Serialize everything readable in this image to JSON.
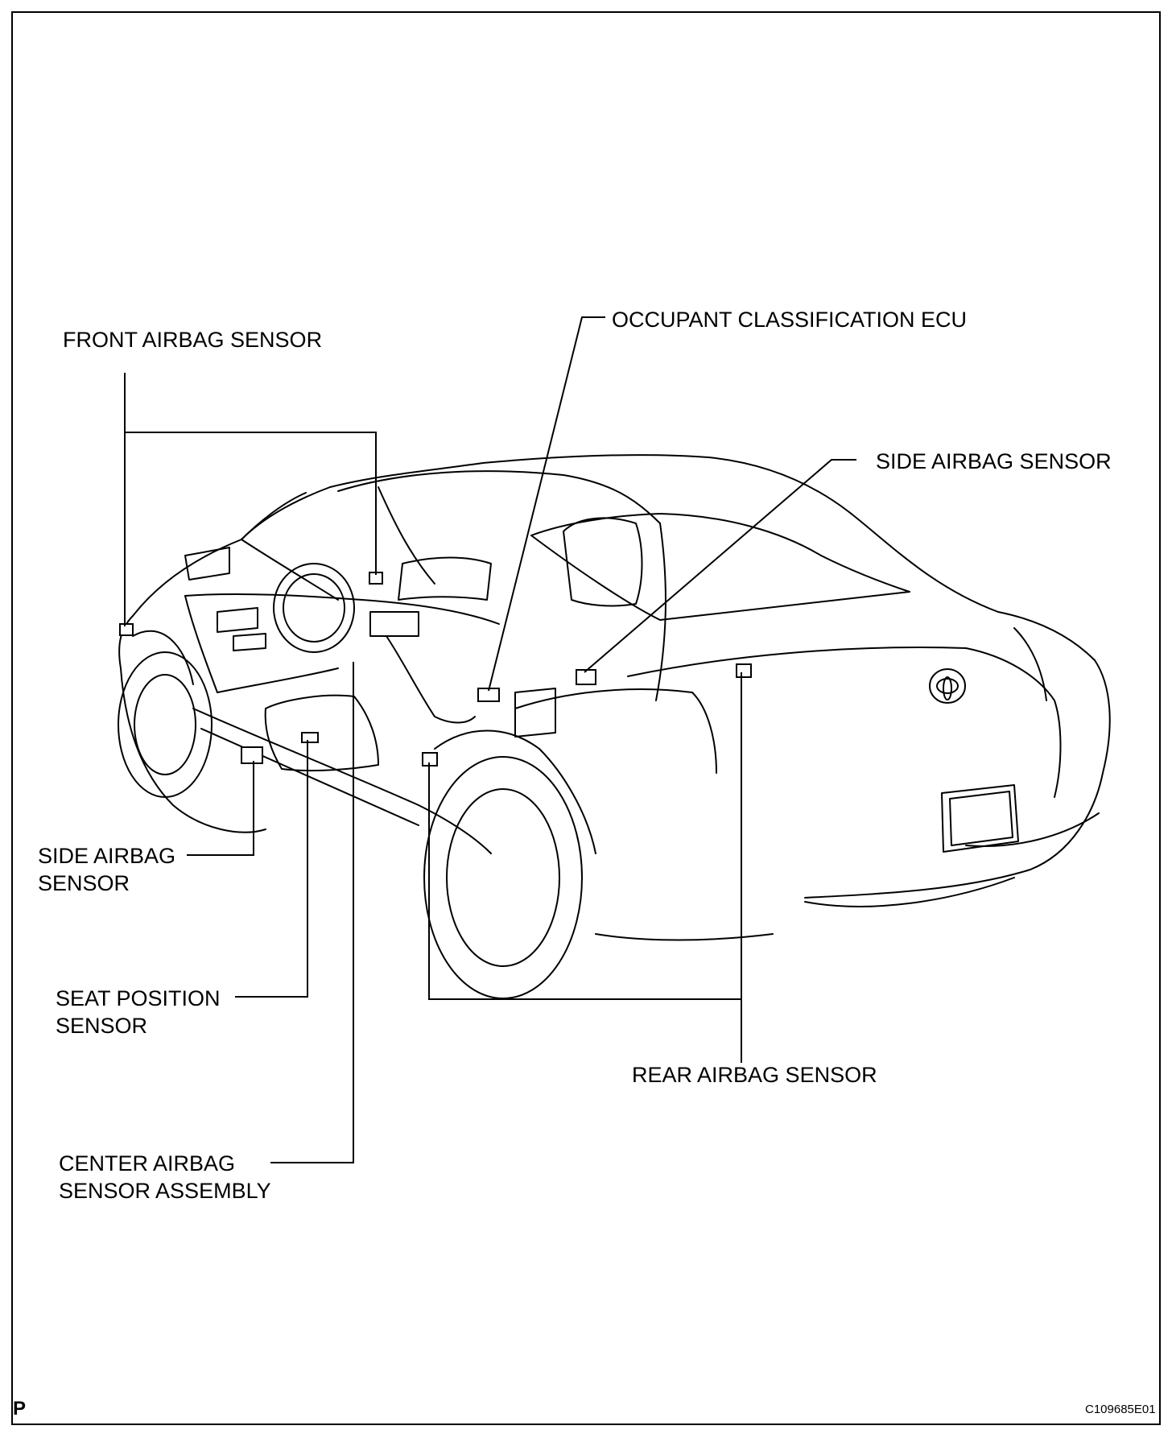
{
  "labels": {
    "front_airbag_sensor": "FRONT AIRBAG SENSOR",
    "occupant_classification_ecu": "OCCUPANT CLASSIFICATION ECU",
    "side_airbag_sensor_right": "SIDE AIRBAG SENSOR",
    "side_airbag_sensor_left_line1": "SIDE AIRBAG",
    "side_airbag_sensor_left_line2": "SENSOR",
    "seat_position_sensor_line1": "SEAT POSITION",
    "seat_position_sensor_line2": "SENSOR",
    "center_airbag_line1": "CENTER AIRBAG",
    "center_airbag_line2": "SENSOR ASSEMBLY",
    "rear_airbag_sensor": "REAR AIRBAG SENSOR"
  },
  "footer": {
    "corner_letter": "P",
    "figure_code": "C109685E01"
  },
  "icons": {
    "car": "car-cutaway-illustration",
    "emblem": "toyota-emblem-icon"
  }
}
